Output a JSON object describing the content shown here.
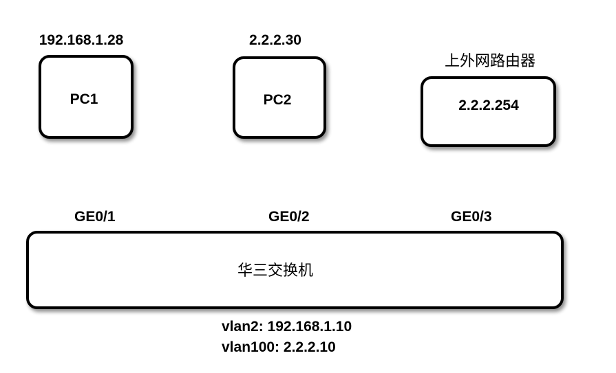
{
  "pc1": {
    "ip": "192.168.1.28",
    "name": "PC1",
    "port": "GE0/1"
  },
  "pc2": {
    "ip": "2.2.2.30",
    "name": "PC2",
    "port": "GE0/2"
  },
  "router": {
    "title": "上外网路由器",
    "ip": "2.2.2.254",
    "port": "GE0/3"
  },
  "switch": {
    "name": "华三交换机",
    "vlan2": "vlan2: 192.168.1.10",
    "vlan100": "vlan100: 2.2.2.10"
  }
}
